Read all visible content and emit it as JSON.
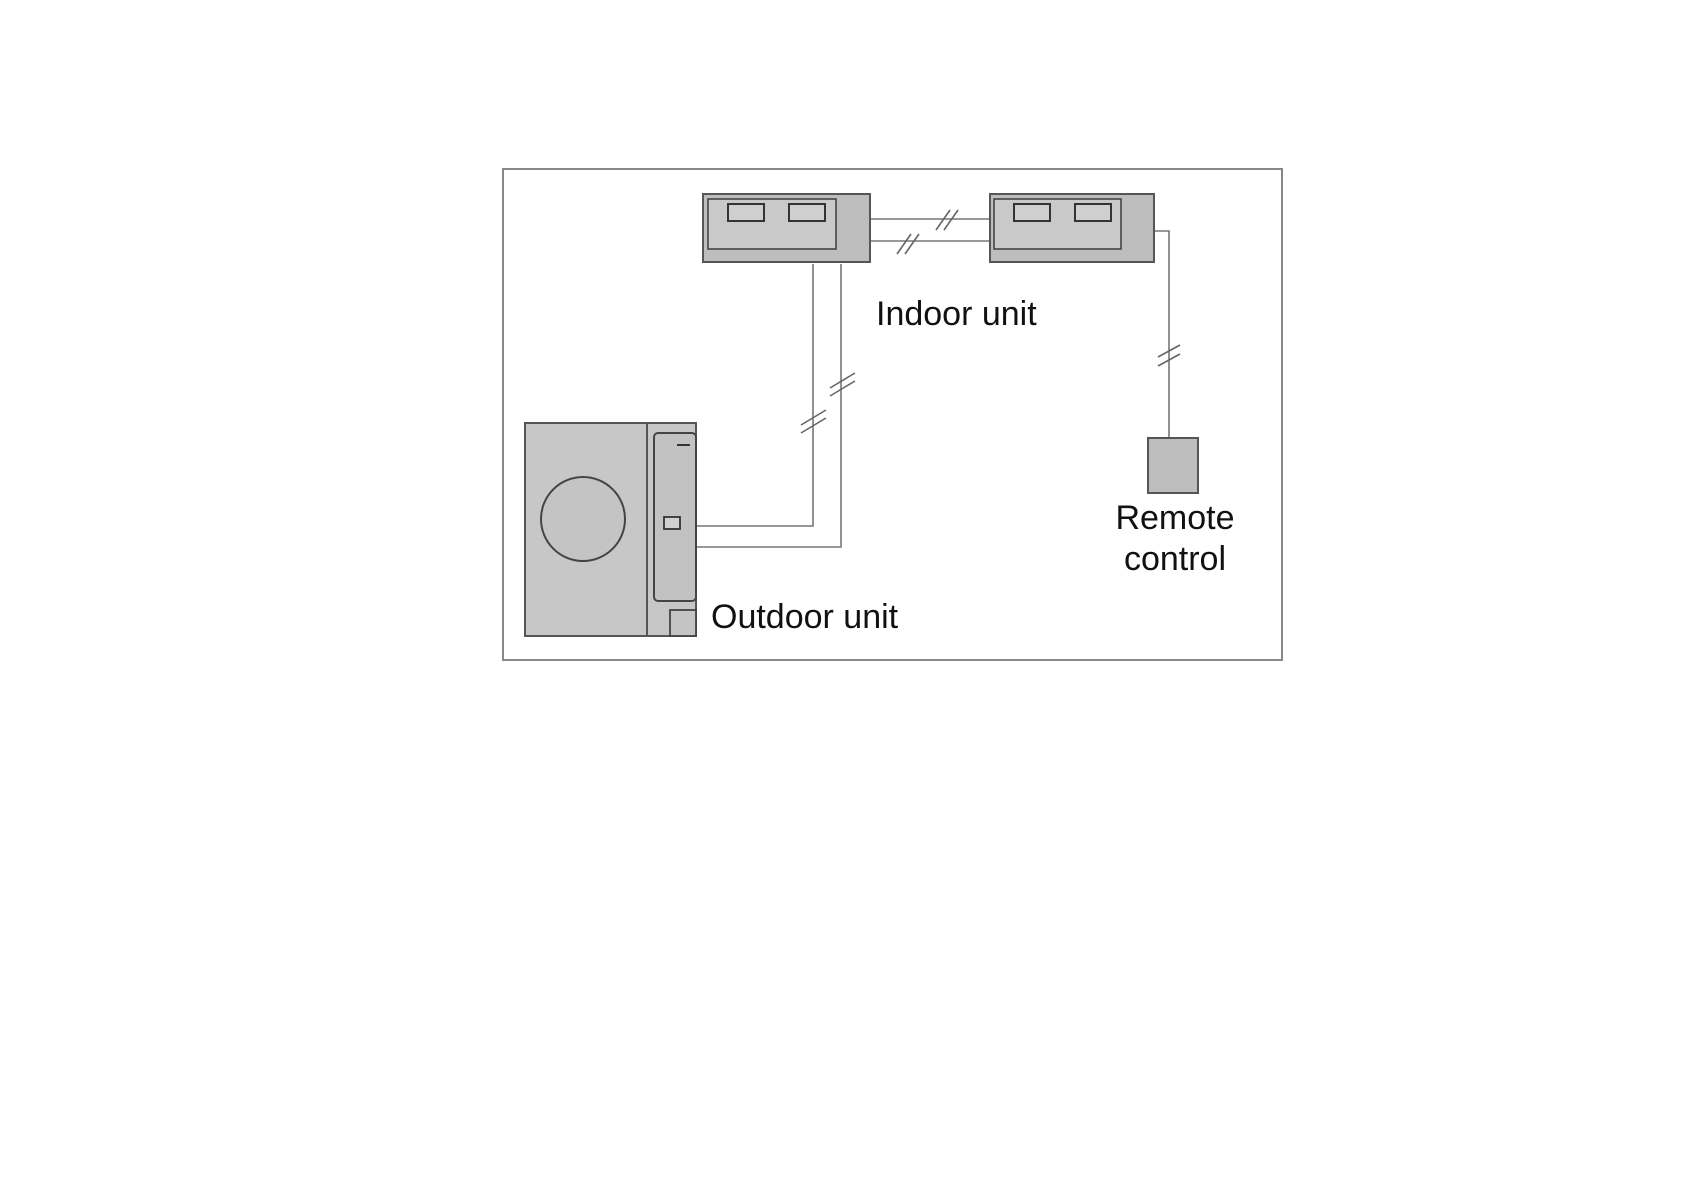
{
  "labels": {
    "indoor_unit": "Indoor unit",
    "outdoor_unit": "Outdoor unit",
    "remote_line1": "Remote",
    "remote_line2": "control"
  },
  "colors": {
    "unit_fill": "#bdbdbd",
    "unit_stroke": "#555555",
    "pipe": "#777777",
    "frame": "#888888"
  }
}
